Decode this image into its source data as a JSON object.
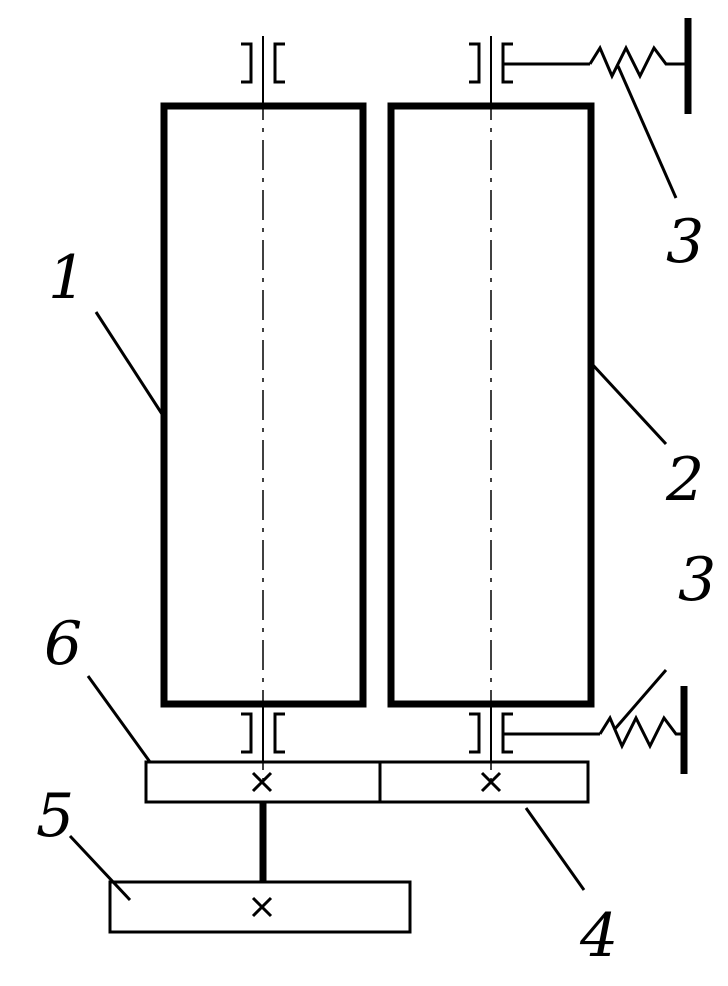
{
  "labels": {
    "roll_1": "1",
    "roll_2": "2",
    "spring_top": "3",
    "spring_bottom": "3",
    "gear_4": "4",
    "gear_5": "5",
    "gear_6": "6"
  },
  "colors": {
    "stroke": "#000000",
    "background": "#ffffff"
  }
}
